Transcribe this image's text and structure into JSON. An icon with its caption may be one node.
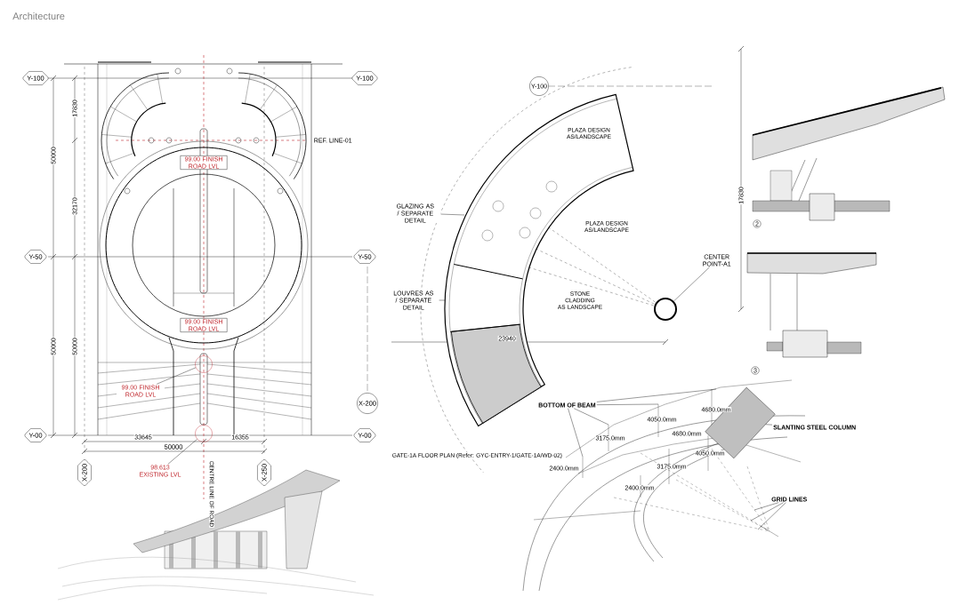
{
  "diagram": {
    "title": "Architecture",
    "nodes": [
      {
        "text": [
          "Y-100"
        ]
      },
      {
        "text": [
          "Y-100"
        ]
      },
      {
        "text": [
          "Y-50"
        ]
      },
      {
        "text": [
          "Y-50"
        ]
      },
      {
        "text": [
          "Y-00"
        ]
      },
      {
        "text": [
          "Y-00"
        ]
      },
      {
        "text": [
          "X-200"
        ]
      },
      {
        "text": [
          "X-250"
        ]
      },
      {
        "text": [
          "X-200"
        ]
      },
      {
        "text": [
          "99.00 FINISH ROAD LVL"
        ]
      },
      {
        "text": [
          "99.00 FINISH ROAD LVL"
        ]
      },
      {
        "text": [
          "99.00 FINISH ROAD LVL"
        ]
      },
      {
        "text": [],
        "shape": "circle"
      },
      {
        "text": [
          "98.613 EXISTING LVL"
        ]
      },
      {
        "text": [],
        "shape": "circle"
      },
      {
        "text": [
          "Y-100"
        ]
      },
      {
        "text": [
          "CENTER POINT-A1"
        ]
      },
      {
        "text": [],
        "shape": "circle"
      },
      {
        "text": [
          "BOTTOM OF BEAM"
        ]
      },
      {
        "text": [
          "SLANTING STEEL COLUMN"
        ]
      },
      {
        "text": [
          "GRID LINES"
        ]
      },
      {
        "text": [
          "GLAZING AS / SEPARATE DETAIL"
        ]
      },
      {
        "text": [
          "LOUVRES AS / SEPARATE DETAIL"
        ]
      },
      {
        "text": [],
        "shape": "box"
      }
    ],
    "edges": [
      {
        "from": 11,
        "to": 12,
        "arrow": "none"
      },
      {
        "from": 13,
        "to": 14,
        "arrow": "none"
      },
      {
        "from": 16,
        "to": 17,
        "arrow": "none"
      },
      {
        "from": 18,
        "to": null,
        "arrow": "none"
      },
      {
        "from": 18,
        "to": null,
        "arrow": "none"
      },
      {
        "from": 18,
        "to": null,
        "arrow": "none"
      },
      {
        "from": 18,
        "to": null,
        "arrow": "none"
      },
      {
        "from": 19,
        "to": 23,
        "arrow": "none"
      },
      {
        "from": 20,
        "to": null,
        "arrow": "none"
      },
      {
        "from": 20,
        "to": null,
        "arrow": "none"
      },
      {
        "from": 20,
        "to": null,
        "arrow": "none"
      },
      {
        "from": 21,
        "to": null,
        "arrow": "none"
      },
      {
        "from": 22,
        "to": null,
        "arrow": "none"
      }
    ],
    "labels": [
      "17830",
      "50000",
      "REF. LINE-01",
      "32170",
      "50000",
      "50000",
      "33645",
      "16355",
      "50000",
      "CENTRE LINE OF ROAD",
      "PLAZA DESIGN AS/LANDSCAPE",
      "17830",
      "PLAZA DESIGN AS/LANDSCAPE",
      "STONE CLADDING AS LANDSCAPE",
      "23940",
      "GATE-1A FLOOR PLAN (Refer: GYC-ENTRY-1/GATE-1A/WD-02)",
      "4680.0mm",
      "4050.0mm",
      "3175.0mm",
      "2400.0mm",
      "4680.0mm",
      "4050.0mm",
      "3175.0mm",
      "2400.0mm",
      "2",
      "3"
    ]
  }
}
